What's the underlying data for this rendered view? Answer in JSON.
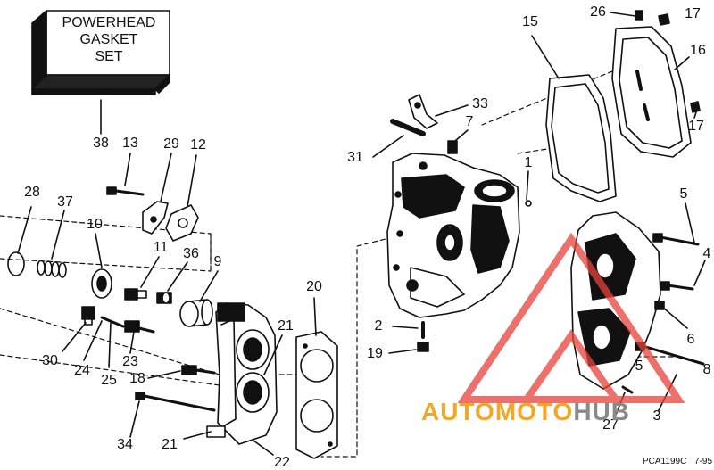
{
  "kit_box": {
    "lines": [
      "POWERHEAD",
      "GASKET",
      "SET"
    ]
  },
  "callouts": {
    "c38": "38",
    "c13": "13",
    "c29": "29",
    "c12": "12",
    "c28": "28",
    "c37": "37",
    "c10": "10",
    "c11": "11",
    "c36": "36",
    "c9": "9",
    "c30": "30",
    "c24": "24",
    "c25": "25",
    "c23": "23",
    "c18": "18",
    "c34": "34",
    "c21a": "21",
    "c21b": "21",
    "c22": "22",
    "c20": "20",
    "c31": "31",
    "c33": "33",
    "c7": "7",
    "c1": "1",
    "c2": "2",
    "c19": "19",
    "c15": "15",
    "c26": "26",
    "c17a": "17",
    "c16": "16",
    "c17b": "17",
    "c5a": "5",
    "c4": "4",
    "c6": "6",
    "c8": "8",
    "c5b": "5",
    "c27": "27",
    "c3": "3"
  },
  "footer": {
    "code": "PCA1199C",
    "date": "7-95"
  },
  "watermark": {
    "part1": "AUTOMOTO",
    "part2": "HUB",
    "color1": "#f5a623",
    "color2": "#8a8a8a",
    "triangle_color": "#e8413a"
  }
}
